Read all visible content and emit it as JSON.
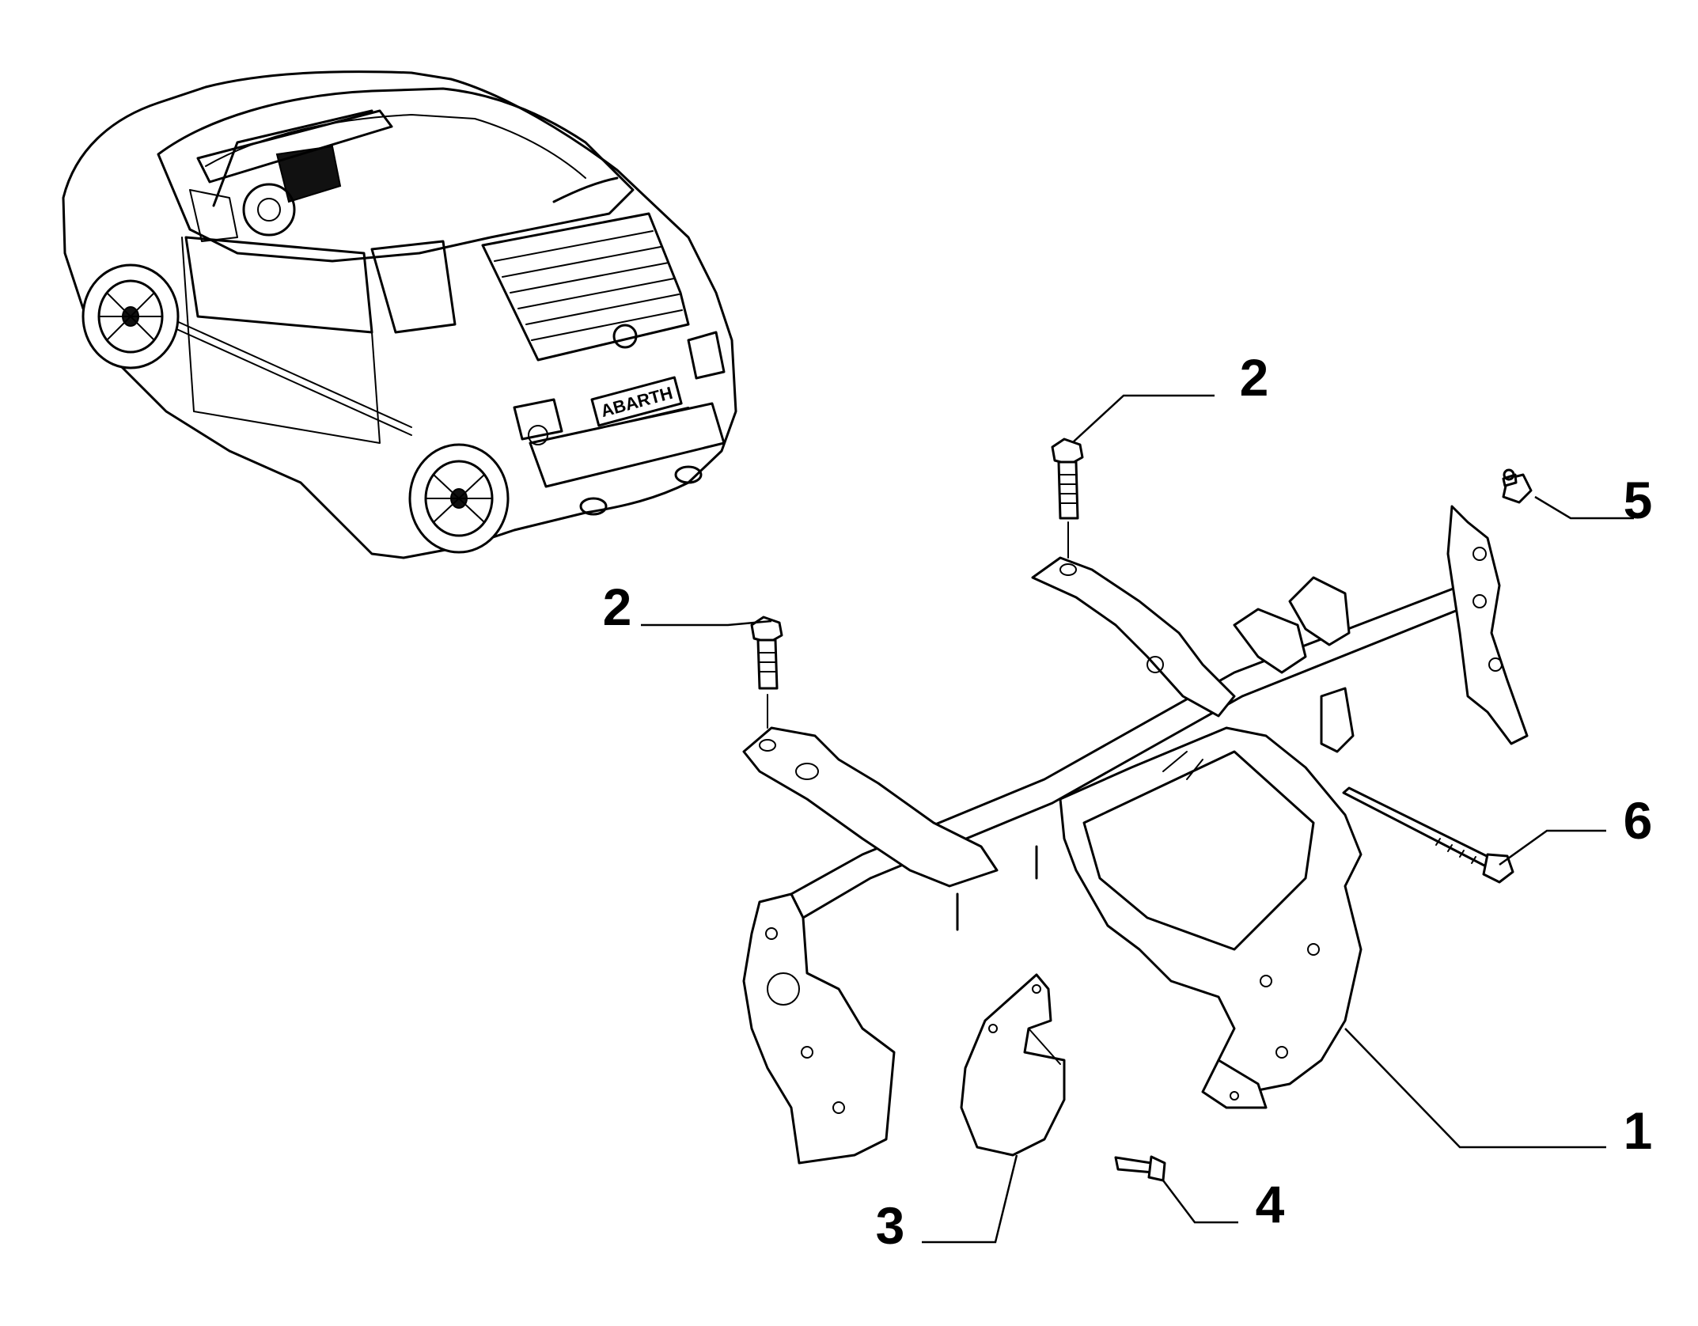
{
  "vehicle": {
    "badge_text": "ABARTH"
  },
  "callouts": [
    {
      "id": "1",
      "label": "1",
      "part": "dashboard-crossmember"
    },
    {
      "id": "2a",
      "label": "2",
      "part": "bolt"
    },
    {
      "id": "2b",
      "label": "2",
      "part": "bolt"
    },
    {
      "id": "3",
      "label": "3",
      "part": "bracket-plate"
    },
    {
      "id": "4",
      "label": "4",
      "part": "screw"
    },
    {
      "id": "5",
      "label": "5",
      "part": "screw"
    },
    {
      "id": "6",
      "label": "6",
      "part": "long-bolt"
    }
  ]
}
